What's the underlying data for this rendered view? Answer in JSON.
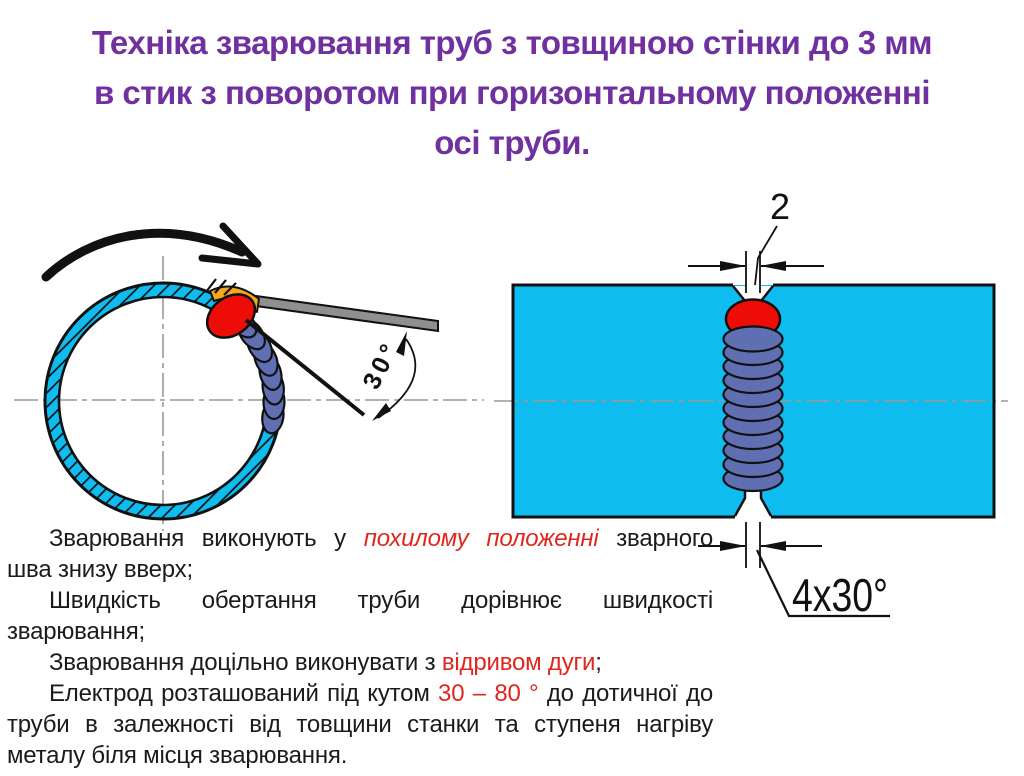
{
  "theme": {
    "title-color": "#7030a0",
    "text-color": "#1b1b1b",
    "accent-red": "#df271d",
    "pipe-cyan": "#0fbcf0",
    "bead-blue": "#5f6fb2",
    "pool-red": "#ee0c06",
    "electrode-gray": "#8f8f8f",
    "flame-orange": "#f6a71b",
    "line-black": "#111111",
    "centerline-gray": "#999999"
  },
  "title": {
    "lines": [
      "Техніка зварювання труб з товщиною стінки до 3 мм",
      "в стик з поворотом при горизонтальному положенні",
      "осі труби."
    ]
  },
  "body": {
    "lines": [
      {
        "indent": true,
        "justify": true,
        "segments": [
          {
            "text": "Зварювання виконують у ",
            "style": "normal"
          },
          {
            "text": "похилому положенні",
            "style": "red-italic"
          },
          {
            "text": " зварного",
            "style": "normal"
          }
        ]
      },
      {
        "indent": false,
        "justify": false,
        "segments": [
          {
            "text": "шва знизу вверх;",
            "style": "normal"
          }
        ]
      },
      {
        "indent": true,
        "justify": true,
        "segments": [
          {
            "text": "Швидкість обертання труби дорівнює швидкості",
            "style": "normal"
          }
        ]
      },
      {
        "indent": false,
        "justify": false,
        "segments": [
          {
            "text": "зварювання;",
            "style": "normal"
          }
        ]
      },
      {
        "indent": true,
        "justify": false,
        "segments": [
          {
            "text": "Зварювання доцільно виконувати з ",
            "style": "normal"
          },
          {
            "text": "відривом дуги",
            "style": "red"
          },
          {
            "text": ";",
            "style": "normal"
          }
        ]
      },
      {
        "indent": true,
        "justify": true,
        "segments": [
          {
            "text": "Електрод розташований під кутом ",
            "style": "normal"
          },
          {
            "text": "30 – 80 °",
            "style": "red"
          },
          {
            "text": " до дотичної до",
            "style": "normal"
          }
        ]
      },
      {
        "indent": false,
        "justify": true,
        "segments": [
          {
            "text": "труби в залежності від товщини станки та ступеня нагріву",
            "style": "normal"
          }
        ]
      },
      {
        "indent": false,
        "justify": false,
        "segments": [
          {
            "text": "металу біля місця зварювання.",
            "style": "normal"
          }
        ]
      }
    ]
  },
  "left_diagram": {
    "angle_label": "30°"
  },
  "right_diagram": {
    "gap_label": "2",
    "chamfer_label": "4x30°"
  }
}
